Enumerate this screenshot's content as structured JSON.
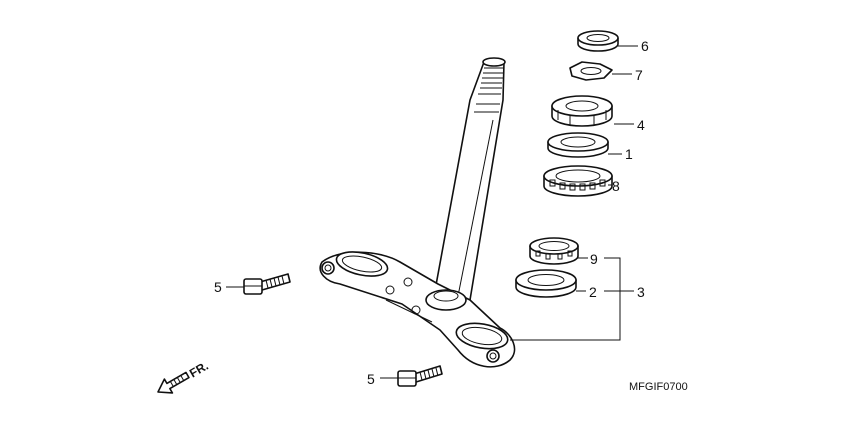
{
  "callouts": {
    "p6": "6",
    "p7": "7",
    "p4": "4",
    "p1": "1",
    "p8": "8",
    "p9": "9",
    "p2": "2",
    "p3": "3",
    "p5_top": "5",
    "p5_bottom": "5"
  },
  "front_marker": "FR.",
  "diagram_code": "MFGIF0700"
}
